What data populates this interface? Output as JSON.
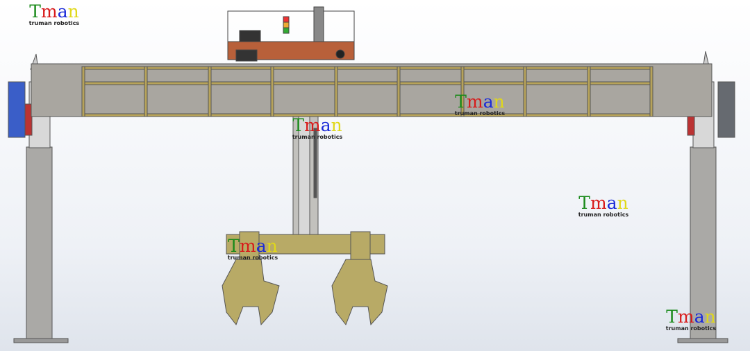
{
  "watermark": {
    "letters": [
      "T",
      "m",
      "a",
      "n"
    ],
    "colors": [
      "#1a8a1a",
      "#d81a1a",
      "#1a2ad8",
      "#e8e81a"
    ],
    "tagline": "truman robotics"
  },
  "colors": {
    "beam": "#a9a6a0",
    "rail": "#b7a35a",
    "gripper": "#b8aa66",
    "carriage": "#b8603a",
    "motor": "#3a5ec8"
  }
}
